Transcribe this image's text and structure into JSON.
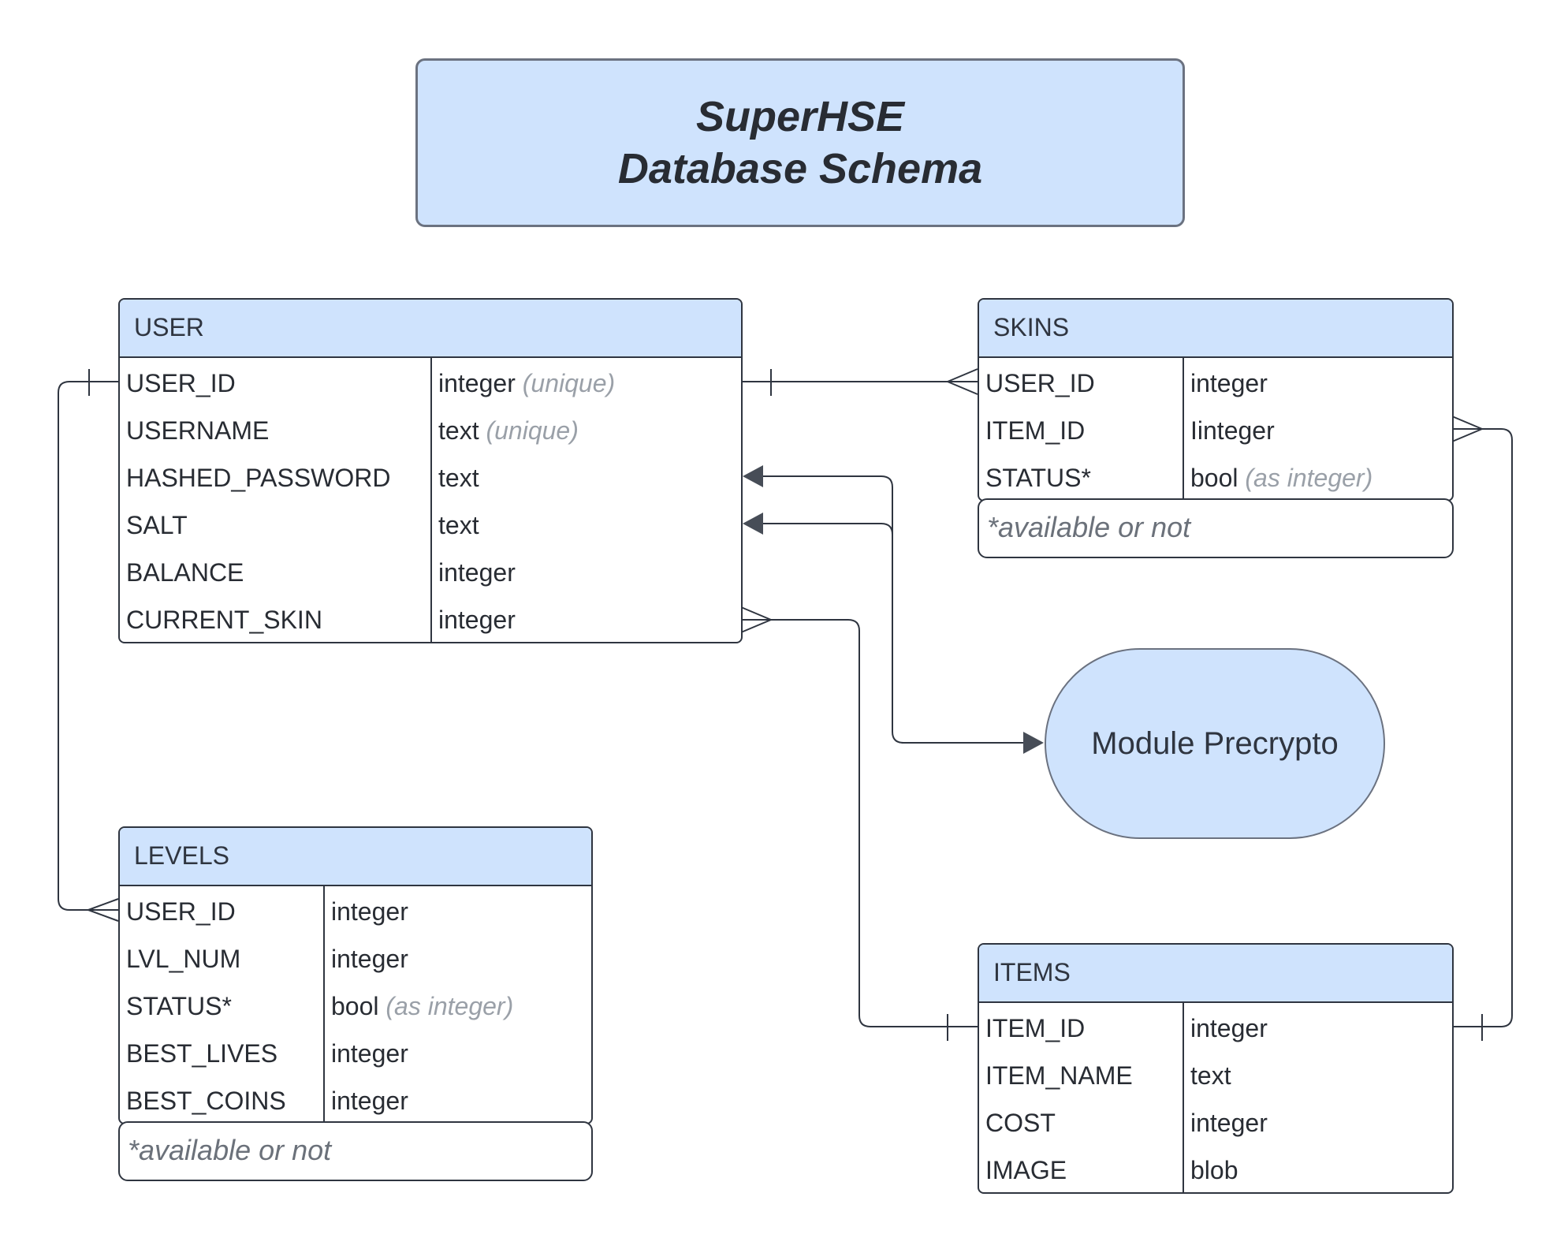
{
  "title": {
    "line1": "SuperHSE",
    "line2": "Database Schema"
  },
  "user_table": {
    "name": "USER",
    "rows": [
      {
        "field": "USER_ID",
        "type": "integer",
        "note": "(unique)"
      },
      {
        "field": "USERNAME",
        "type": "text",
        "note": "(unique)"
      },
      {
        "field": "HASHED_PASSWORD",
        "type": "text",
        "note": ""
      },
      {
        "field": "SALT",
        "type": "text",
        "note": ""
      },
      {
        "field": "BALANCE",
        "type": "integer",
        "note": ""
      },
      {
        "field": "CURRENT_SKIN",
        "type": "integer",
        "note": ""
      }
    ]
  },
  "skins_table": {
    "name": "SKINS",
    "rows": [
      {
        "field": "USER_ID",
        "type": "integer",
        "note": ""
      },
      {
        "field": "ITEM_ID",
        "type": "Iinteger",
        "note": ""
      },
      {
        "field": "STATUS*",
        "type": "bool",
        "note": "(as integer)"
      }
    ],
    "footnote": "*available or not"
  },
  "levels_table": {
    "name": "LEVELS",
    "rows": [
      {
        "field": "USER_ID",
        "type": "integer",
        "note": ""
      },
      {
        "field": "LVL_NUM",
        "type": "integer",
        "note": ""
      },
      {
        "field": "STATUS*",
        "type": "bool",
        "note": "(as integer)"
      },
      {
        "field": "BEST_LIVES",
        "type": "integer",
        "note": ""
      },
      {
        "field": "BEST_COINS",
        "type": "integer",
        "note": ""
      }
    ],
    "footnote": "*available or not"
  },
  "items_table": {
    "name": "ITEMS",
    "rows": [
      {
        "field": "ITEM_ID",
        "type": "integer",
        "note": ""
      },
      {
        "field": "ITEM_NAME",
        "type": "text",
        "note": ""
      },
      {
        "field": "COST",
        "type": "integer",
        "note": ""
      },
      {
        "field": "IMAGE",
        "type": "blob",
        "note": ""
      }
    ]
  },
  "module": {
    "label": "Module Precrypto"
  },
  "colors": {
    "header_fill": "#cfe3fd",
    "line": "#2f3540",
    "note_text": "#9aa0a8"
  }
}
